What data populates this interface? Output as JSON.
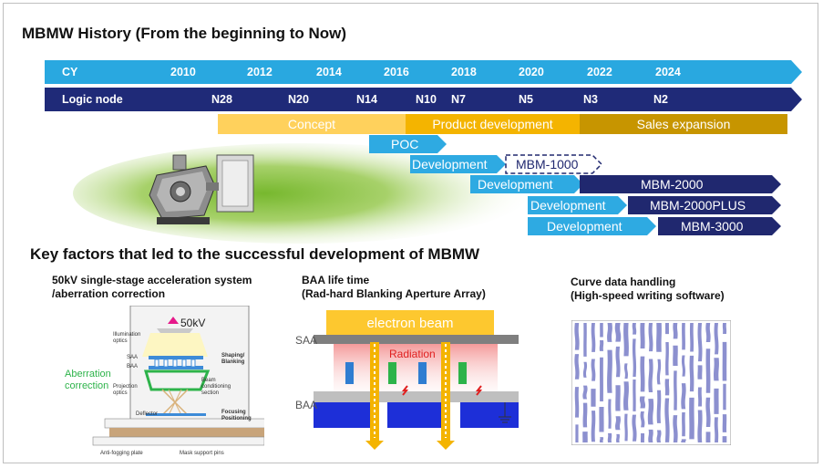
{
  "title": "MBMW History (From the beginning to Now)",
  "cy_row": {
    "label": "CY",
    "years": [
      "2010",
      "2012",
      "2014",
      "2016",
      "2018",
      "2020",
      "2022",
      "2024"
    ]
  },
  "node_row": {
    "label": "Logic node",
    "nodes": [
      "N28",
      "N20",
      "N14",
      "N10",
      "N7",
      "N5",
      "N3",
      "N2"
    ]
  },
  "phases": {
    "concept": "Concept",
    "product": "Product development",
    "sales": "Sales expansion"
  },
  "poc": "POC",
  "dev_rows": [
    {
      "dev": "Development",
      "product": "MBM-1000"
    },
    {
      "dev": "Development",
      "product": "MBM-2000"
    },
    {
      "dev": "Development",
      "product": "MBM-2000PLUS"
    },
    {
      "dev": "Development",
      "product": "MBM-3000"
    }
  ],
  "subtitle": "Key factors that led to the successful development of MBMW",
  "factor1": {
    "caption_l1": "50kV single-stage acceleration system",
    "caption_l2": "/aberration correction",
    "kv": "50kV",
    "aberration_l1": "Aberration",
    "aberration_l2": "correction",
    "labels": {
      "illumination": "Illumination optics",
      "saa": "SAA",
      "baa": "BAA",
      "projection": "Projection optics",
      "deflector": "Deflector",
      "shaping": "Shaping/ Blanking",
      "beam": "Beam conditioning section",
      "focusing": "Focusing Positioning",
      "antifog": "Anti-fogging plate",
      "mask": "Mask support pins"
    }
  },
  "factor2": {
    "caption_l1": "BAA life time",
    "caption_l2": "(Rad-hard Blanking Aperture Array)",
    "beam": "electron beam",
    "saa": "SAA",
    "baa": "BAA",
    "radiation": "Radiation"
  },
  "factor3": {
    "caption_l1": "Curve data handling",
    "caption_l2": "(High-speed writing software)"
  },
  "colors": {
    "cy_bar": "#29a8e0",
    "node_bar": "#1f2a78",
    "concept": "#ffd15c",
    "product": "#f4b400",
    "sales": "#c79500",
    "dev": "#2eaae2",
    "product_arrow": "#20286f",
    "pattern": "#8c90cf",
    "green": "#2db34a"
  }
}
